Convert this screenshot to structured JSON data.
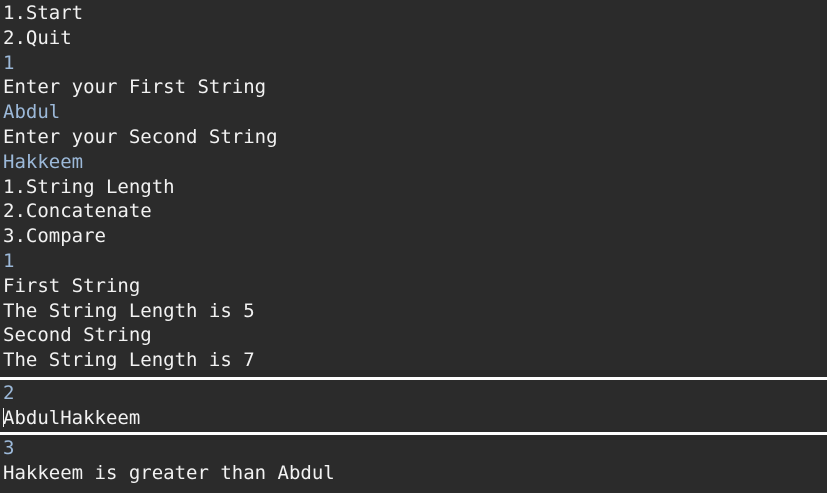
{
  "panel1": {
    "lines": [
      {
        "text": "1.Start",
        "kind": "output"
      },
      {
        "text": "2.Quit",
        "kind": "output"
      },
      {
        "text": "1",
        "kind": "input"
      },
      {
        "text": "Enter your First String",
        "kind": "output"
      },
      {
        "text": "Abdul",
        "kind": "input"
      },
      {
        "text": "Enter your Second String",
        "kind": "output"
      },
      {
        "text": "Hakkeem",
        "kind": "input"
      },
      {
        "text": "1.String Length",
        "kind": "output"
      },
      {
        "text": "2.Concatenate",
        "kind": "output"
      },
      {
        "text": "3.Compare",
        "kind": "output"
      },
      {
        "text": "1",
        "kind": "input"
      },
      {
        "text": "First String",
        "kind": "output"
      },
      {
        "text": "The String Length is 5",
        "kind": "output"
      },
      {
        "text": "Second String",
        "kind": "output"
      },
      {
        "text": "The String Length is 7",
        "kind": "output"
      }
    ]
  },
  "panel2": {
    "lines": [
      {
        "text": "2",
        "kind": "input"
      },
      {
        "text": "AbdulHakkeem",
        "kind": "output"
      }
    ]
  },
  "panel3": {
    "lines": [
      {
        "text": "3",
        "kind": "input"
      },
      {
        "text": "Hakkeem is greater than Abdul",
        "kind": "output"
      }
    ]
  },
  "colors": {
    "background": "#2b2b2b",
    "output_text": "#f2f2f2",
    "input_text": "#9cb9d9"
  }
}
